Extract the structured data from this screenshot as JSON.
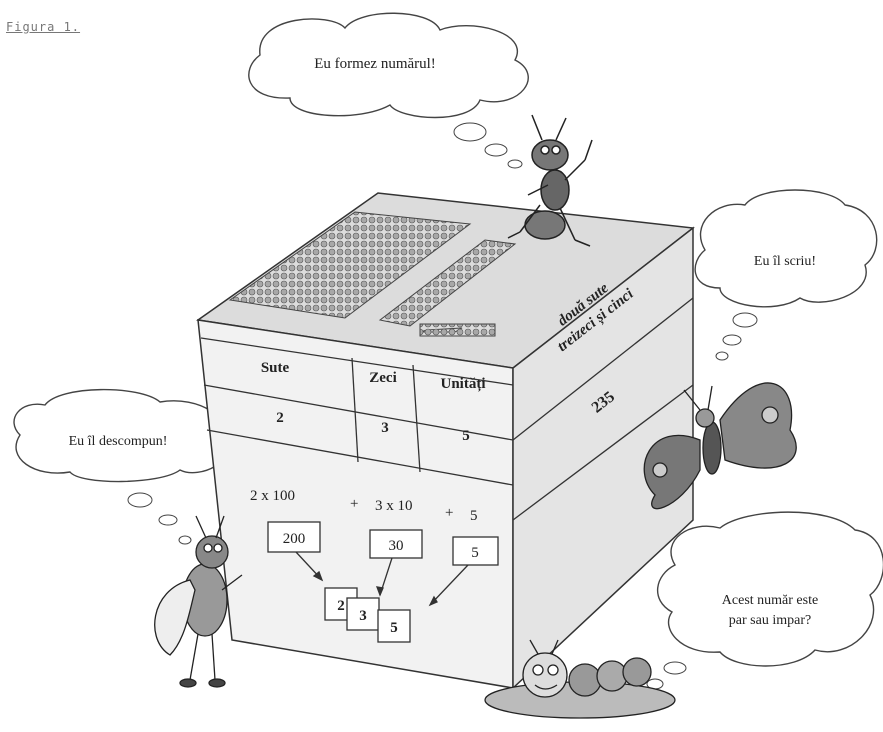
{
  "caption": "Figura 1.",
  "bubbles": {
    "ant": "Eu formez numărul!",
    "write": "Eu îl scriu!",
    "decompose": "Eu îl descompun!",
    "question_line1": "Acest număr este",
    "question_line2": "par sau impar?"
  },
  "table": {
    "headers": [
      "Sute",
      "Zeci",
      "Unități"
    ],
    "digits": [
      "2",
      "3",
      "5"
    ]
  },
  "side": {
    "words_line1": "două sute",
    "words_line2": "treizeci și cinci",
    "number": "235"
  },
  "decomposition": {
    "t1": "2 x 100",
    "t2": "3 x 10",
    "t3": "5",
    "plus": "+",
    "boxes": [
      "200",
      "30",
      "5"
    ],
    "cards": [
      "2",
      "3",
      "5"
    ]
  },
  "colors": {
    "face": "#f0f0f0",
    "side_face": "#e6e6e6",
    "top_face": "#d9d9d9",
    "stroke": "#333333",
    "bead": "#9a9a9a"
  }
}
